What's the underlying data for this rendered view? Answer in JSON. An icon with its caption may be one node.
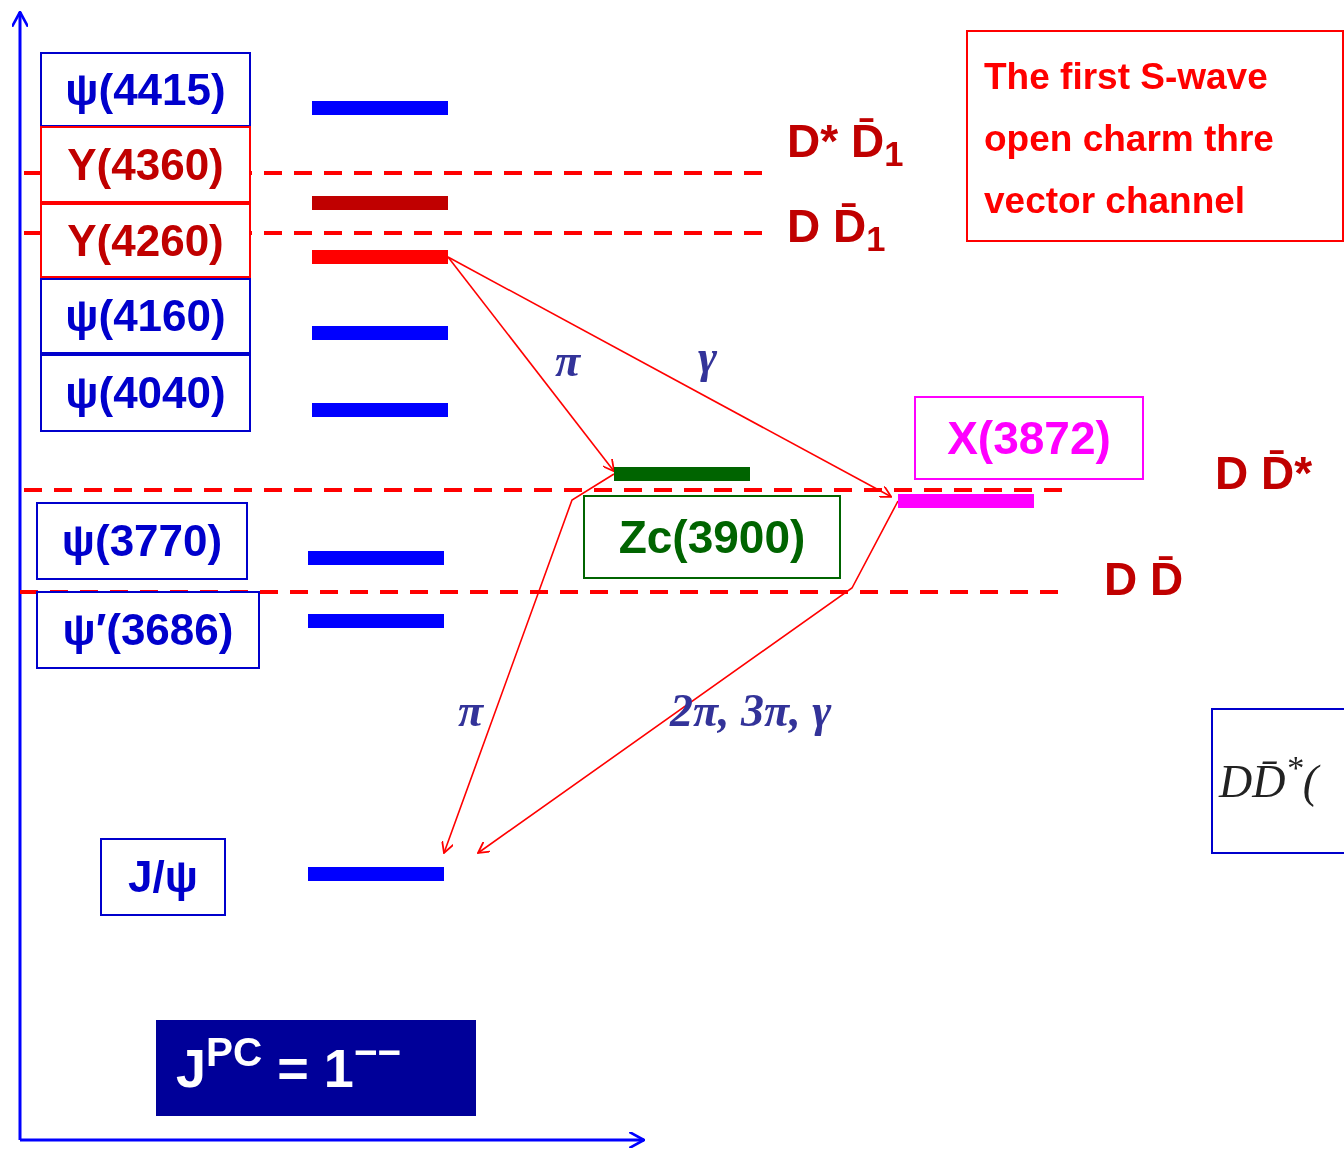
{
  "diagram": {
    "nodes": [
      {
        "text": [
          "ψ(4415)"
        ]
      },
      {
        "text": [
          "Y(4360)"
        ]
      },
      {
        "text": [
          "Y(4260)"
        ]
      },
      {
        "text": [
          "ψ(4160)"
        ]
      },
      {
        "text": [
          "ψ(4040)"
        ]
      },
      {
        "text": [
          "ψ(3770)"
        ]
      },
      {
        "text": [
          "ψ′(3686)"
        ]
      },
      {
        "text": [
          "J/ψ"
        ]
      },
      {
        "text": [],
        "shape": "bar"
      },
      {
        "text": [],
        "shape": "bar"
      },
      {
        "text": [],
        "shape": "bar"
      },
      {
        "text": [],
        "shape": "bar"
      },
      {
        "text": [],
        "shape": "bar"
      },
      {
        "text": [],
        "shape": "bar"
      },
      {
        "text": [],
        "shape": "bar"
      },
      {
        "text": [],
        "shape": "bar"
      },
      {
        "text": [],
        "shape": "bar"
      },
      {
        "text": [],
        "shape": "bar"
      },
      {
        "text": [
          "Zc(3900)"
        ]
      },
      {
        "text": [
          "X(3872)"
        ]
      },
      {
        "text": [
          "The first S-wave open charm thre vector channel"
        ]
      },
      {
        "text": [
          "DD̄$^{*}$("
        ]
      },
      {
        "text": [
          "J$^{PC}$ = 1$^{−−}$"
        ]
      }
    ],
    "edges": [
      {
        "from": 10,
        "to": 16,
        "arrow": "to",
        "label": "π"
      },
      {
        "from": 10,
        "to": 17,
        "arrow": "to",
        "label": "γ"
      },
      {
        "from": 16,
        "to": 15,
        "arrow": "to",
        "label": "π"
      },
      {
        "from": 17,
        "to": 15,
        "arrow": "to",
        "label": "2π, 3π, γ"
      }
    ],
    "labels": [
      "D* D̄$_{1}$",
      "D D̄$_{1}$",
      "D D̄*",
      "D D̄"
    ]
  }
}
